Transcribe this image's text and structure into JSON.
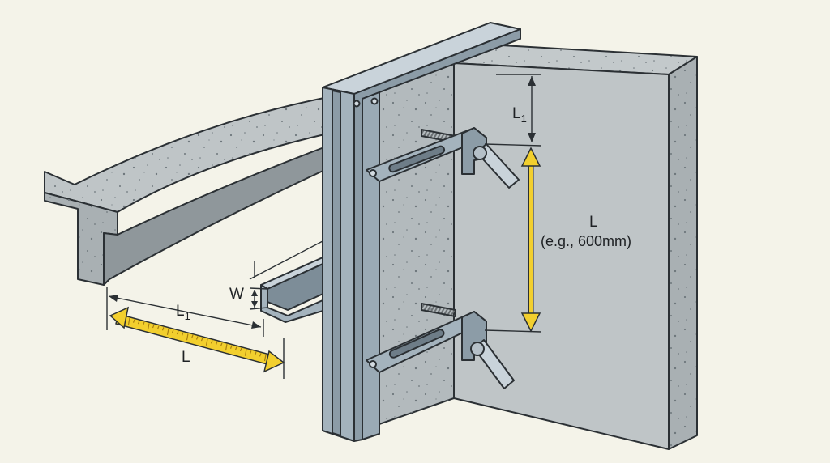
{
  "labels": {
    "wall_gap": "L",
    "wall_gap_sub": "1",
    "wall_span": "L",
    "wall_span_example": "(e.g., 600mm)",
    "channel_width": "W",
    "floor_gap": "L",
    "floor_gap_sub": "1",
    "floor_span": "L"
  },
  "colors": {
    "background": "#f4f3e9",
    "concrete_face": "#bfc5c7",
    "concrete_side": "#a9b0b3",
    "concrete_dark": "#8f979b",
    "steel": "#a4b3bd",
    "steel_dark": "#7d8d98",
    "outline": "#2b3034",
    "dimension_arrow": "#f2cf2e"
  }
}
